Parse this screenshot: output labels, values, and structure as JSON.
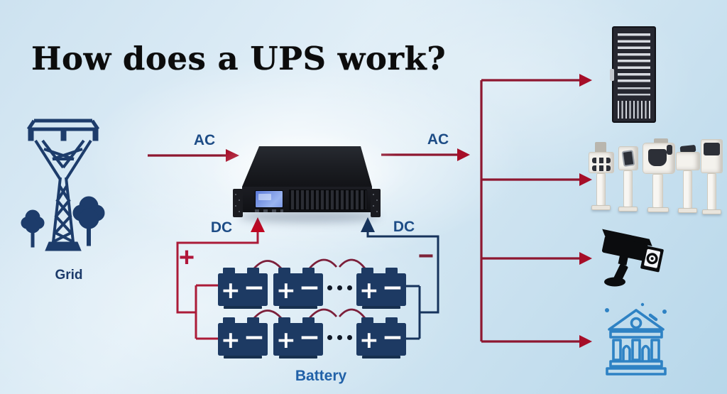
{
  "title": "How does a UPS work?",
  "diagram": {
    "source": {
      "label": "Grid",
      "icon": "transmission-tower-icon"
    },
    "ups": {
      "icon": "ups-rack-unit-image"
    },
    "flows": {
      "ac_input": "AC",
      "ac_output": "AC",
      "dc_left": "DC",
      "dc_right": "DC"
    },
    "battery": {
      "label": "Battery",
      "plus_symbol": "+",
      "minus_symbol": "−",
      "positive_terminal": "+",
      "negative_terminal": "−",
      "ellipsis": "...",
      "rows": 2,
      "batteries_visible_per_row": 3
    },
    "loads": [
      {
        "name": "server-rack",
        "icon": "server-rack-icon"
      },
      {
        "name": "kiosk-machines",
        "icon": "kiosk-machines-icon"
      },
      {
        "name": "cctv-camera",
        "icon": "cctv-camera-icon"
      },
      {
        "name": "bank-building",
        "icon": "bank-building-icon"
      }
    ],
    "colors": {
      "ac_line": "#8e1730",
      "arrowhead": "#a60e28",
      "dc_positive_wire": "#ab1b38",
      "dc_negative_wire": "#16335c",
      "label_blue": "#1d4c86",
      "battery_navy": "#1d3a63",
      "bank_blue": "#2e82c4",
      "background": "#d6e8f3"
    }
  }
}
